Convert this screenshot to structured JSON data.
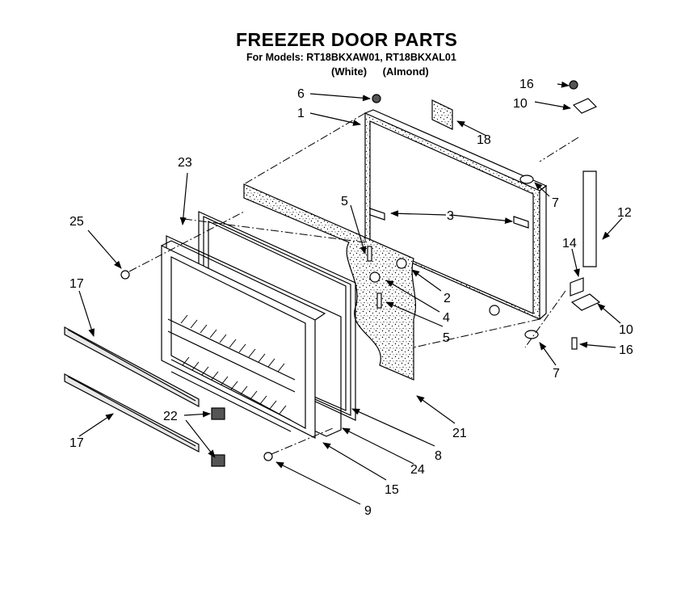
{
  "title": "FREEZER DOOR PARTS",
  "models_line": "For Models: RT18BKXAW01, RT18BKXAL01",
  "color_white": "(White)",
  "color_almond": "(Almond)",
  "part_labels": {
    "p1": "1",
    "p2": "2",
    "p3": "3",
    "p4": "4",
    "p5a": "5",
    "p5b": "5",
    "p6": "6",
    "p7a": "7",
    "p7b": "7",
    "p8": "8",
    "p9": "9",
    "p10a": "10",
    "p10b": "10",
    "p12": "12",
    "p14": "14",
    "p15": "15",
    "p16a": "16",
    "p16b": "16",
    "p17a": "17",
    "p17b": "17",
    "p18": "18",
    "p21": "21",
    "p22": "22",
    "p23": "23",
    "p24": "24",
    "p25": "25"
  }
}
